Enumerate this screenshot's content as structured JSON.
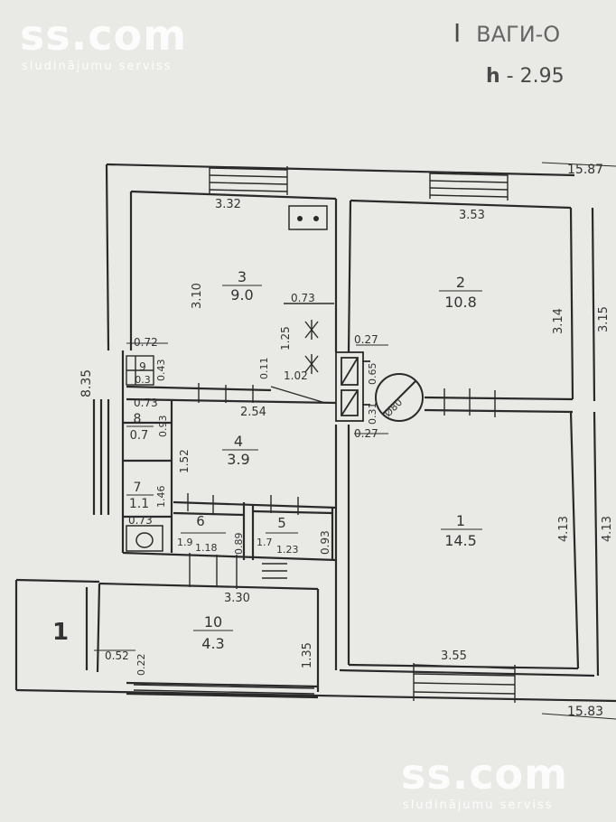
{
  "watermark": {
    "brand": "ss.com",
    "tagline": "sludinājumu serviss"
  },
  "header": {
    "floor": "I",
    "floor_obscured": "ВАГИ-О",
    "height_prefix": "h",
    "height_value": "2.95"
  },
  "dimensions": {
    "total_top": "15.87",
    "total_bottom": "15.83",
    "side_left": "8.35",
    "r3_top": "3.32",
    "r3_left": "3.10",
    "r2_top": "3.53",
    "r2_right": "3.14",
    "r_far_top": "3.15",
    "r1_right": "4.13",
    "r_far_bottom": "4.13",
    "r1_bottom": "3.55",
    "d073": "0.73",
    "d125": "1.25",
    "d102": "1.02",
    "d011": "0.11",
    "d072": "0.72",
    "d043": "0.43",
    "d027a": "0.27",
    "d065": "0.65",
    "d031": "0.31",
    "d027b": "0.27",
    "d254": "2.54",
    "d073b": "0.73",
    "d093a": "0.93",
    "d152": "1.52",
    "d146": "1.46",
    "d073c": "0.73",
    "d019": "1.9",
    "d118": "1.18",
    "d089": "0.89",
    "d017": "1.7",
    "d123": "1.23",
    "d093b": "0.93",
    "d330": "3.30",
    "d135": "1.35",
    "d052": "0.52",
    "d022": "0.22",
    "chimney": "Ø80",
    "entrance": "1"
  },
  "rooms": [
    {
      "num": "1",
      "area": "14.5"
    },
    {
      "num": "2",
      "area": "10.8"
    },
    {
      "num": "3",
      "area": "9.0"
    },
    {
      "num": "4",
      "area": "3.9"
    },
    {
      "num": "5",
      "area": ""
    },
    {
      "num": "6",
      "area": ""
    },
    {
      "num": "7",
      "area": "1.1"
    },
    {
      "num": "8",
      "area": "0.7"
    },
    {
      "num": "9",
      "area": "0.3"
    },
    {
      "num": "10",
      "area": "4.3"
    }
  ]
}
